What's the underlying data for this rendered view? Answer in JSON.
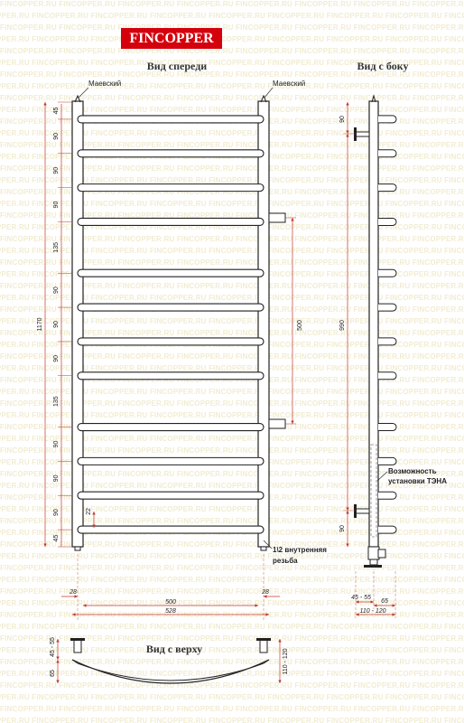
{
  "watermark": "FINCOPPER.RU",
  "brand": "FINCOPPER",
  "colors": {
    "brand_bg": "#d4000c",
    "dim_line": "#c0392b",
    "outline": "#222222",
    "watermark": "#f1ecd2"
  },
  "front_view": {
    "title": "Вид спереди",
    "left_label": "Маевский",
    "right_label": "Маевский",
    "dims_left": [
      "45",
      "90",
      "90",
      "90",
      "135",
      "90",
      "90",
      "90",
      "135",
      "90",
      "90",
      "90",
      "45"
    ],
    "total_height": "1170",
    "connection_distance": "500",
    "bar_dim": "22",
    "thread_label_1": "1\\2 внутренняя",
    "thread_label_2": "резьба",
    "bottom_dims": {
      "left_offset": "28",
      "right_offset": "28",
      "inner_width": "500",
      "outer_width": "528"
    }
  },
  "side_view": {
    "title": "Вид с боку",
    "top_dim": "90",
    "height_dim": "990",
    "bottom_dim": "90",
    "heater_label_1": "Возможность",
    "heater_label_2": "установки ТЭНА",
    "depth_dims": {
      "range_1": "45 - 55",
      "offset": "65",
      "range_2": "110 - 120"
    }
  },
  "top_view": {
    "title": "Вид с верху",
    "dim_a": "45 - 55",
    "dim_b": "65",
    "dim_c": "110 - 120"
  }
}
